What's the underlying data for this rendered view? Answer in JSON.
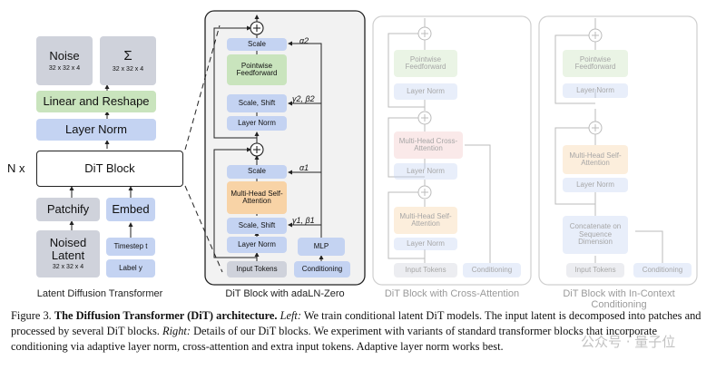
{
  "left": {
    "noise_label": "Noise",
    "noise_dims": "32 x 32 x 4",
    "sigma_label": "Σ",
    "sigma_dims": "32 x 32 x 4",
    "linear_reshape": "Linear and Reshape",
    "layer_norm": "Layer Norm",
    "n_x": "N x",
    "dit_block": "DiT Block",
    "patchify": "Patchify",
    "embed": "Embed",
    "noised_latent": "Noised\nLatent",
    "noised_dims": "32 x 32 x 4",
    "timestep": "Timestep t",
    "label": "Label y",
    "caption": "Latent Diffusion Transformer"
  },
  "adaln": {
    "scale_top": "Scale",
    "pointwise_ff": "Pointwise Feedforward",
    "scale_shift_top": "Scale, Shift",
    "layer_norm_top": "Layer Norm",
    "scale_bottom": "Scale",
    "mhsa": "Multi-Head Self-Attention",
    "scale_shift_bottom": "Scale, Shift",
    "layer_norm_bottom": "Layer Norm",
    "mlp": "MLP",
    "input_tokens": "Input Tokens",
    "conditioning": "Conditioning",
    "alpha2": "α2",
    "gamma2beta2": "γ2, β2",
    "alpha1": "α1",
    "gamma1beta1": "γ1, β1",
    "caption": "DiT Block with adaLN-Zero"
  },
  "cross": {
    "pointwise_ff": "Pointwise Feedforward",
    "layer_norm_1": "Layer Norm",
    "mhca": "Multi-Head Cross-Attention",
    "layer_norm_2": "Layer Norm",
    "mhsa": "Multi-Head Self-Attention",
    "layer_norm_3": "Layer Norm",
    "input_tokens": "Input Tokens",
    "conditioning": "Conditioning",
    "caption": "DiT Block with Cross-Attention"
  },
  "incontext": {
    "pointwise_ff": "Pointwise Feedforward",
    "layer_norm_1": "Layer Norm",
    "mhsa": "Multi-Head Self-Attention",
    "layer_norm_2": "Layer Norm",
    "concat": "Concatenate on Sequence Dimension",
    "input_tokens": "Input Tokens",
    "conditioning": "Conditioning",
    "caption": "DiT Block with In-Context Conditioning"
  },
  "figure_caption": {
    "label": "Figure 3.",
    "title": "The Diffusion Transformer (DiT) architecture.",
    "left_word": "Left:",
    "left_text": "We train conditional latent DiT models. The input latent is decomposed into patches and processed by several DiT blocks.",
    "right_word": "Right:",
    "right_text": "Details of our DiT blocks. We experiment with variants of standard transformer blocks that incorporate conditioning via adaptive layer norm, cross-attention and extra input tokens. Adaptive layer norm works best."
  },
  "watermark": "公众号 · 量子位"
}
